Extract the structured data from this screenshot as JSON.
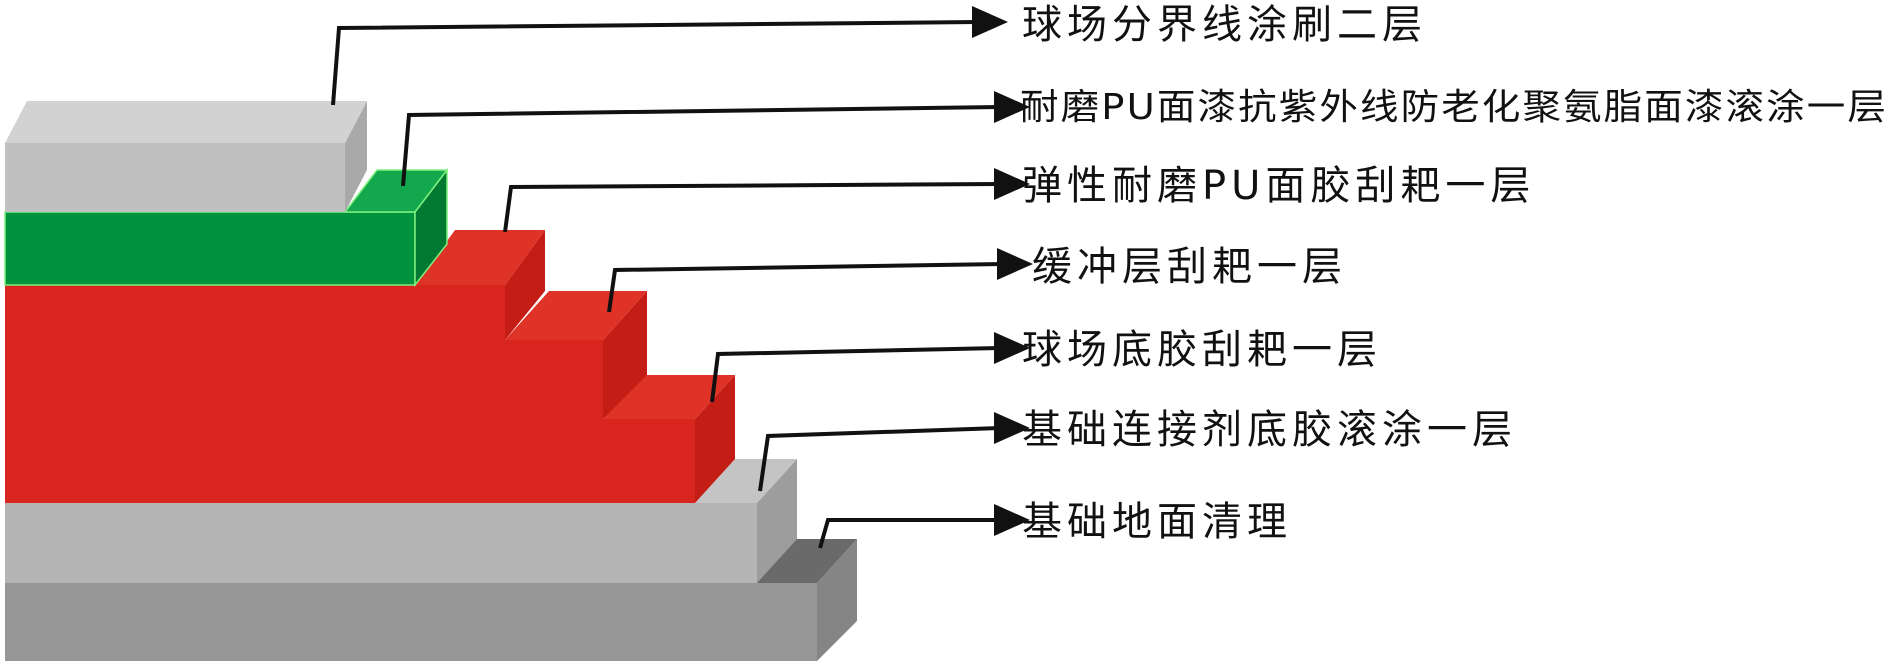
{
  "layers": [
    {
      "id": "court-line",
      "label": "球场分界线涂刷二层",
      "front": "#c0c0c0",
      "top": "#d2d2d2",
      "side": "#a9a9a9"
    },
    {
      "id": "pu-topcoat",
      "label": "耐磨PU面漆抗紫外线防老化聚氨脂面漆滚涂一层",
      "front": "#00923d",
      "top": "#14a84e",
      "side": "#007a32"
    },
    {
      "id": "elastic-pu",
      "label": "弹性耐磨PU面胶刮耙一层",
      "front": "#d8261e",
      "top": "#e03328",
      "side": "#c41d16"
    },
    {
      "id": "cushion",
      "label": "缓冲层刮耙一层",
      "front": "#d8261e",
      "top": "#e03328",
      "side": "#c41d16"
    },
    {
      "id": "base-glue",
      "label": "球场底胶刮耙一层",
      "front": "#d8261e",
      "top": "#e03328",
      "side": "#c41d16"
    },
    {
      "id": "primer",
      "label": "基础连接剂底胶滚涂一层",
      "front": "#b4b4b4",
      "top": "#c4c4c4",
      "side": "#9d9d9d"
    },
    {
      "id": "ground",
      "label": "基础地面清理",
      "front": "#969696",
      "top": "#6a6a6a",
      "side": "#858585"
    }
  ],
  "colors": {
    "leader": "#111111",
    "background": "#ffffff"
  }
}
